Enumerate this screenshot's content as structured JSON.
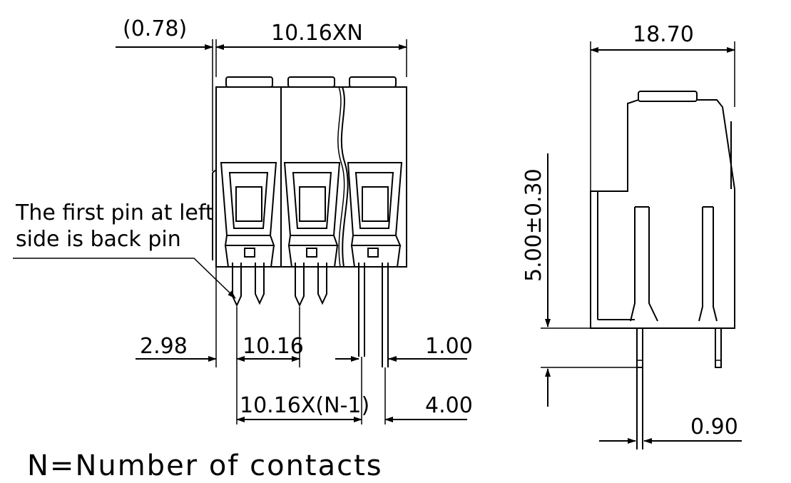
{
  "front_view": {
    "dim_offset": "(0.78)",
    "dim_width_total": "10.16XN",
    "dim_left_edge": "2.98",
    "dim_pitch": "10.16",
    "dim_pin_width": "1.00",
    "dim_pitch_span": "10.16X(N-1)",
    "dim_pin_gap": "4.00",
    "note_line1": "The first pin at left",
    "note_line2": "side is back pin"
  },
  "side_view": {
    "dim_depth": "18.70",
    "dim_height": "5.00±0.30",
    "dim_pin_diameter": "0.90"
  },
  "legend": "N=Number of contacts"
}
